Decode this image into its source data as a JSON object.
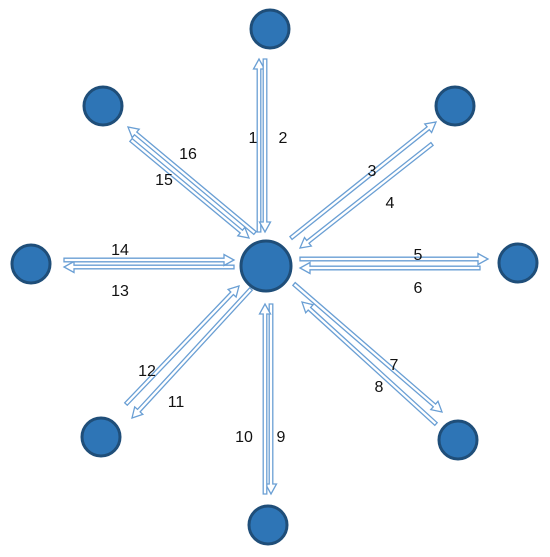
{
  "diagram": {
    "nodes": [
      "center",
      "top",
      "top-right",
      "right",
      "bottom-right",
      "bottom",
      "bottom-left",
      "left",
      "top-left"
    ],
    "arrows": [
      {
        "label": "1",
        "from": "center",
        "to": "top"
      },
      {
        "label": "2",
        "from": "top",
        "to": "center"
      },
      {
        "label": "3",
        "from": "center",
        "to": "top-right"
      },
      {
        "label": "4",
        "from": "top-right",
        "to": "center"
      },
      {
        "label": "5",
        "from": "center",
        "to": "right"
      },
      {
        "label": "6",
        "from": "right",
        "to": "center"
      },
      {
        "label": "7",
        "from": "center",
        "to": "bottom-right"
      },
      {
        "label": "8",
        "from": "bottom-right",
        "to": "center"
      },
      {
        "label": "9",
        "from": "center",
        "to": "bottom"
      },
      {
        "label": "10",
        "from": "bottom",
        "to": "center"
      },
      {
        "label": "11",
        "from": "center",
        "to": "bottom-left"
      },
      {
        "label": "12",
        "from": "bottom-left",
        "to": "center"
      },
      {
        "label": "13",
        "from": "center",
        "to": "left"
      },
      {
        "label": "14",
        "from": "left",
        "to": "center"
      },
      {
        "label": "15",
        "from": "center",
        "to": "top-left"
      },
      {
        "label": "16",
        "from": "top-left",
        "to": "center"
      }
    ]
  }
}
